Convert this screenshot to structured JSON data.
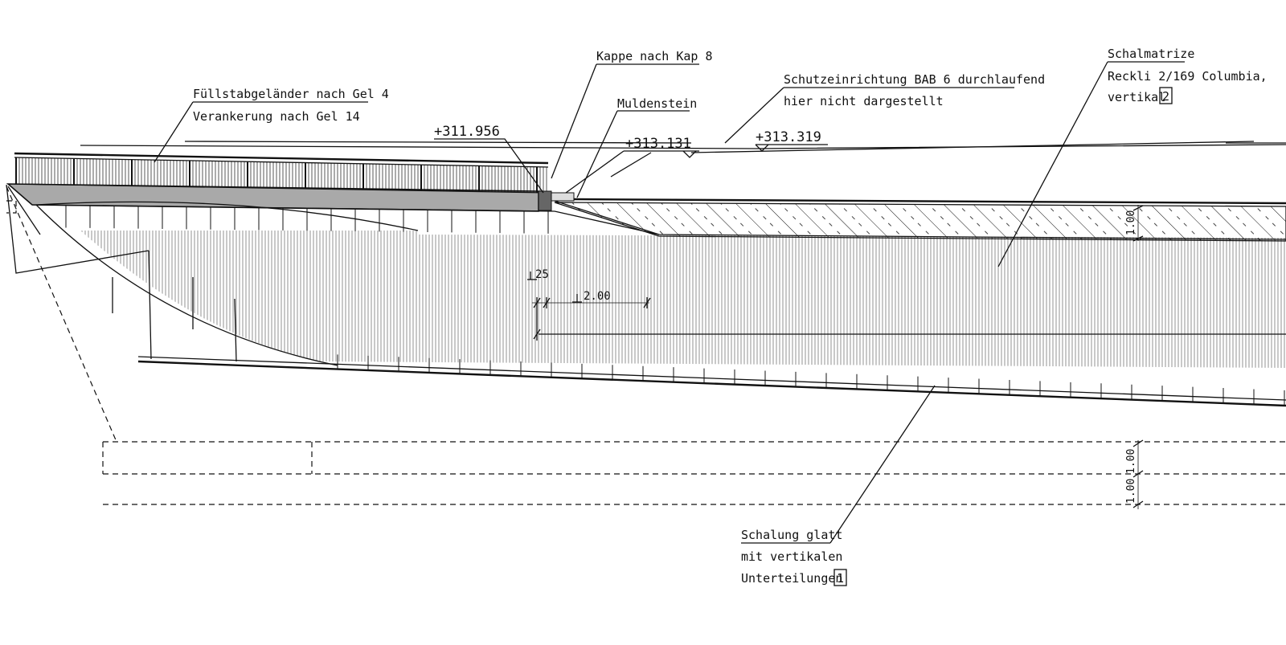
{
  "labels": {
    "railing_1": "Füllstabgeländer nach Gel 4",
    "railing_2": "Verankerung nach Gel 14",
    "cap": "Kappe nach Kap 8",
    "gutter": "Muldenstein",
    "barrier_1": "Schutzeinrichtung BAB 6 durchlaufend",
    "barrier_2": "hier nicht dargestellt",
    "matrix_1": "Schalmatrize",
    "matrix_2": "Reckli 2/169 Columbia,",
    "matrix_3": "vertikal",
    "matrix_ref": "2",
    "form_1": "Schalung glatt",
    "form_2": "mit vertikalen",
    "form_3": "Unterteilungen",
    "form_ref": "1"
  },
  "elevations": {
    "e1": "+311.956",
    "e2": "+313.131",
    "e3": "+313.319"
  },
  "dimensions": {
    "d25": "25",
    "d200": "2.00",
    "d100_top": "1.00",
    "d100_mid": "1.00",
    "d100_low": "1.00"
  }
}
